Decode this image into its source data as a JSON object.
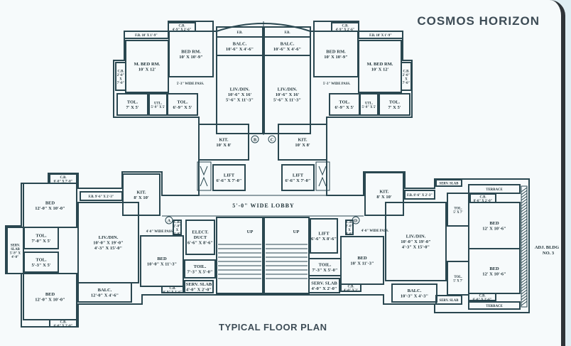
{
  "header": {
    "title": "COSMOS HORIZON"
  },
  "caption": "TYPICAL FLOOR PLAN",
  "colors": {
    "background": "#f6fafb",
    "lines": "#2a4750",
    "title": "#3d4c56"
  },
  "lobby_label": "5'-0\" WIDE LOBBY",
  "adjacent_label": [
    "ADJ. BLDG",
    "NO. 3"
  ],
  "markers": [
    "A",
    "B",
    "C",
    "D"
  ],
  "rooms": {
    "tl_fb": {
      "label": "F.B. 10' X 1'-9\"",
      "dims": []
    },
    "tl_cb1": {
      "label": "C.B.",
      "dims": [
        "4'-9\" X 2'-6\""
      ]
    },
    "tl_mbed": {
      "label": "M. BED RM.",
      "dims": [
        "10' X 12'"
      ]
    },
    "tl_cb2": {
      "label": "C.B.",
      "dims": [
        "2'-0\"",
        "X",
        "7'-0\""
      ]
    },
    "tl_bed": {
      "label": "BED RM.",
      "dims": [
        "10' X 10'-9\""
      ]
    },
    "tl_pass": {
      "label": "5'-3\" WIDE PASS.",
      "dims": []
    },
    "tl_tol1": {
      "label": "TOL.",
      "dims": [
        "7' X 5'"
      ]
    },
    "tl_utl": {
      "label": "UTL.",
      "dims": [
        "5'-9\" X 5'"
      ]
    },
    "tl_tol2": {
      "label": "TOL.",
      "dims": [
        "6'-9\" X 5'"
      ]
    },
    "tl_fb2": {
      "label": "F.B.",
      "dims": []
    },
    "tl_balc": {
      "label": "BALC.",
      "dims": [
        "10'-6\" X 4'-6\""
      ]
    },
    "tl_liv": {
      "label": "LIV./DIN.",
      "dims": [
        "10'-6\" X 16'",
        "5'-6\" X 11'-3\""
      ]
    },
    "tl_kit": {
      "label": "KIT.",
      "dims": [
        "10' X 8'"
      ]
    },
    "tl_lift": {
      "label": "LIFT",
      "dims": [
        "6'-6\" X 7'-0\""
      ]
    },
    "tr_fb2": {
      "label": "F.B.",
      "dims": []
    },
    "tr_balc": {
      "label": "BALC.",
      "dims": [
        "10'-6\" X 4'-6\""
      ]
    },
    "tr_liv": {
      "label": "LIV./DIN.",
      "dims": [
        "10'-6\" X 16'",
        "5'-6\" X 11'-3\""
      ]
    },
    "tr_bed": {
      "label": "BED RM.",
      "dims": [
        "10' X 10'-9\""
      ]
    },
    "tr_mbed": {
      "label": "M. BED RM.",
      "dims": [
        "10' X 12'"
      ]
    },
    "tr_fb": {
      "label": "F.B. 10' X 1'-9\"",
      "dims": []
    },
    "tr_cb1": {
      "label": "C.B.",
      "dims": [
        "4'-9\" X 2'-6\""
      ]
    },
    "tr_cb2": {
      "label": "C.B.",
      "dims": [
        "2'-0\"",
        "X",
        "7'-0\""
      ]
    },
    "tr_pass": {
      "label": "5'-3\" WIDE PASS.",
      "dims": []
    },
    "tr_tol2": {
      "label": "TOL.",
      "dims": [
        "6'-9\" X 5'"
      ]
    },
    "tr_utl": {
      "label": "UTL.",
      "dims": [
        "5'-9\" X 5'"
      ]
    },
    "tr_tol1": {
      "label": "TOL.",
      "dims": [
        "7' X 5'"
      ]
    },
    "tr_kit": {
      "label": "KIT.",
      "dims": [
        "10' X 8'"
      ]
    },
    "tr_lift": {
      "label": "LIFT",
      "dims": [
        "6'-6\" X 7'-0\""
      ]
    },
    "bl_cb1": {
      "label": "C.B.",
      "dims": [
        "6'-0\" X 7'-0\""
      ]
    },
    "bl_bed1": {
      "label": "BED",
      "dims": [
        "12'-0\" X 10'-0\""
      ]
    },
    "bl_fb": {
      "label": "F.B. 9'-6\" X 2'-3\"",
      "dims": []
    },
    "bl_kit": {
      "label": "KIT.",
      "dims": [
        "8' X 10'"
      ]
    },
    "bl_liv": {
      "label": "LIV./DIN.",
      "dims": [
        "10'-0\" X 19'-0\"",
        "4'-3\" X 15'-0\""
      ]
    },
    "bl_serv": {
      "label": "SERV.",
      "dims": [
        "SLAB",
        "5'-9\" X",
        "4'-0\""
      ]
    },
    "bl_tol1": {
      "label": "TOL.",
      "dims": [
        "7'-0\" X 5'"
      ]
    },
    "bl_tol2": {
      "label": "TOL.",
      "dims": [
        "5'-3\" X 5'"
      ]
    },
    "bl_bed2": {
      "label": "BED",
      "dims": [
        "12'-0\" X 10'-0\""
      ]
    },
    "bl_cb2": {
      "label": "C.B.",
      "dims": [
        "6'-0\" X 2'-0\""
      ]
    },
    "bl_balc": {
      "label": "BALC.",
      "dims": [
        "12'-0\" X 4'-6\""
      ]
    },
    "bl_cb3": {
      "label": "C.B.",
      "dims": [
        "2'-0\"",
        "X",
        "4'-0\""
      ]
    },
    "bl_pass": {
      "label": "4'-0\" WIDE PASS.",
      "dims": []
    },
    "bl_bed3": {
      "label": "BED",
      "dims": [
        "10'-0\" X 11'-3\""
      ]
    },
    "bl_cb4": {
      "label": "C.B.",
      "dims": [
        "6'-9\" X 2'-6\""
      ]
    },
    "c_duct": {
      "label": "ELECT.",
      "dims": [
        "DUCT",
        "6'-6\" X 8'-6\""
      ]
    },
    "c_tol1": {
      "label": "TOIL.",
      "dims": [
        "7'-3\" X 5'-0\""
      ]
    },
    "c_serv1": {
      "label": "SERV. SLAB",
      "dims": [
        "4'-0\" X 2'-0\""
      ]
    },
    "c_stair1": {
      "label": "UP",
      "dims": []
    },
    "c_stair2": {
      "label": "UP",
      "dims": []
    },
    "c_lift": {
      "label": "LIFT",
      "dims": [
        "6'-6\" X 8'-6\""
      ]
    },
    "c_tol2": {
      "label": "TOIL.",
      "dims": [
        "7'-3\" X 5'-0\""
      ]
    },
    "c_serv2": {
      "label": "SERV. SLAB",
      "dims": [
        "4'-0\" X 2'-0\""
      ]
    },
    "br_cb0": {
      "label": "C.B.",
      "dims": [
        "2'-0\"",
        "X",
        "4'-0\""
      ]
    },
    "br_pass": {
      "label": "4'-0\" WIDE PASS.",
      "dims": []
    },
    "br_bed3": {
      "label": "BED",
      "dims": [
        "10' X 11'-3\""
      ]
    },
    "br_cb4": {
      "label": "C.B.",
      "dims": [
        "4'-0\" X 2'"
      ]
    },
    "br_kit": {
      "label": "KIT.",
      "dims": [
        "8' X 10'"
      ]
    },
    "br_fb": {
      "label": "F.B. 8'-6\" X 2'-3\"",
      "dims": []
    },
    "br_serv1": {
      "label": "SERV. SLAB",
      "dims": []
    },
    "br_terr1": {
      "label": "TERRACE",
      "dims": []
    },
    "br_tol1": {
      "label": "TOL.",
      "dims": [
        "5' X 7'"
      ]
    },
    "br_cb1": {
      "label": "C.B.",
      "dims": [
        "8'-0\" X 2'-0\""
      ]
    },
    "br_bed1": {
      "label": "BED",
      "dims": [
        "12' X 10'-6\""
      ]
    },
    "br_liv": {
      "label": "LIV./DIN.",
      "dims": [
        "10'-0\" X 19'-0\"",
        "4'-3\" X 15'-0\""
      ]
    },
    "br_bed2": {
      "label": "BED",
      "dims": [
        "12' X 10'-6\""
      ]
    },
    "br_tol2": {
      "label": "TOL.",
      "dims": [
        "5' X 7'"
      ]
    },
    "br_balc": {
      "label": "BALC.",
      "dims": [
        "10'-3\" X 4'-3\""
      ]
    },
    "br_serv2": {
      "label": "SERV. SLAB",
      "dims": []
    },
    "br_cb2": {
      "label": "C.B.",
      "dims": [
        "6'-0\" X 2'-6\""
      ]
    },
    "br_terr2": {
      "label": "TERRACE",
      "dims": []
    }
  }
}
